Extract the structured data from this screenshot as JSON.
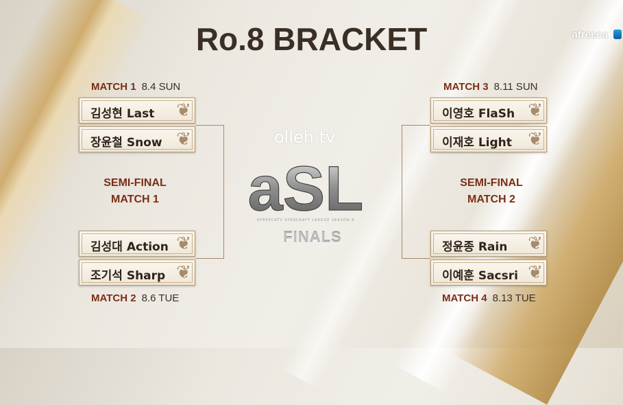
{
  "title": "Ro.8 BRACKET",
  "broadcaster": "afreeca",
  "sponsor": "olleh tv",
  "logo_text": "aSL",
  "logo_subtitle": "AFREECATV STARCRAFT LEAGUE SEASON 8",
  "finals_label": "FINALS",
  "accent_color": "#7a2e16",
  "text_color": "#3a2f24",
  "match1": {
    "label": "MATCH 1",
    "date": "8.4 SUN",
    "players": [
      {
        "name": "김성현 Last",
        "race": "zerg"
      },
      {
        "name": "장윤철 Snow",
        "race": "zerg"
      }
    ]
  },
  "match2": {
    "label": "MATCH 2",
    "date": "8.6 TUE",
    "players": [
      {
        "name": "김성대 Action",
        "race": "zerg"
      },
      {
        "name": "조기석 Sharp",
        "race": "zerg"
      }
    ]
  },
  "match3": {
    "label": "MATCH 3",
    "date": "8.11 SUN",
    "players": [
      {
        "name": "이영호 FlaSh",
        "race": "zerg"
      },
      {
        "name": "이재호 Light",
        "race": "zerg"
      }
    ]
  },
  "match4": {
    "label": "MATCH 4",
    "date": "8.13 TUE",
    "players": [
      {
        "name": "정윤종 Rain",
        "race": "zerg"
      },
      {
        "name": "이예훈 Sacsri",
        "race": "zerg"
      }
    ]
  },
  "semi1": {
    "line1": "SEMI-FINAL",
    "line2": "MATCH 1"
  },
  "semi2": {
    "line1": "SEMI-FINAL",
    "line2": "MATCH 2"
  }
}
